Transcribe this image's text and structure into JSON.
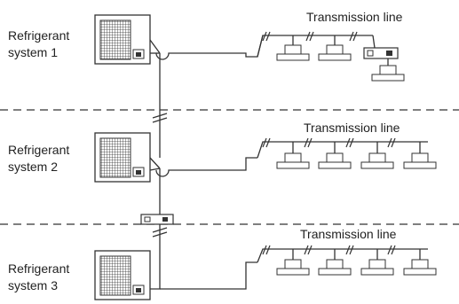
{
  "systems": [
    {
      "label_line1": "Refrigerant",
      "label_line2": "system 1",
      "transmission_label": "Transmission line"
    },
    {
      "label_line1": "Refrigerant",
      "label_line2": "system 2",
      "transmission_label": "Transmission line"
    },
    {
      "label_line1": "Refrigerant",
      "label_line2": "system 3",
      "transmission_label": "Transmission line"
    }
  ]
}
